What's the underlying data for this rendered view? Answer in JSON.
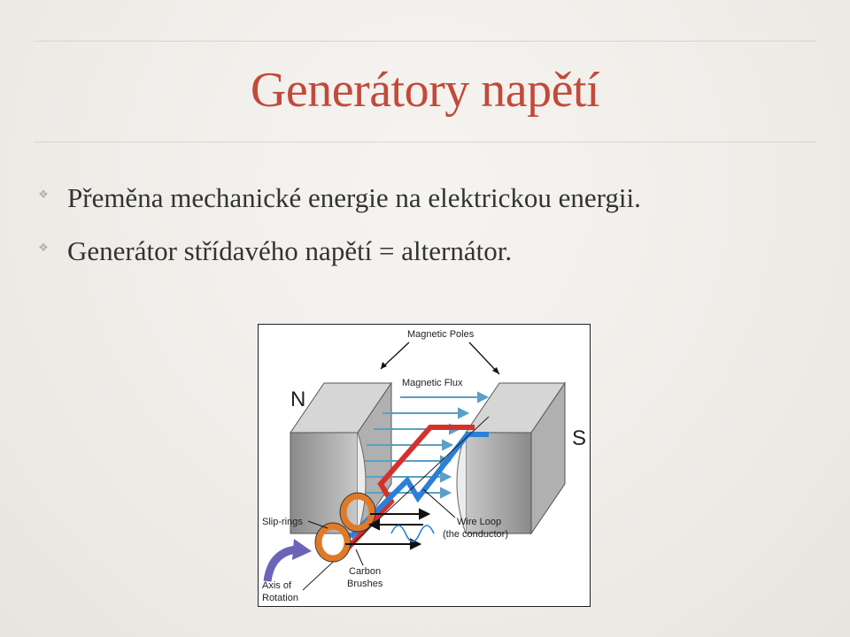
{
  "slide": {
    "title": "Generátory napětí",
    "bullets": [
      {
        "text": "Přeměna mechanické energie na elektrickou energii.",
        "icon": "diamond-ornament-icon"
      },
      {
        "text": "Generátor střídavého napětí = alternátor.",
        "icon": "diamond-ornament-icon"
      }
    ]
  },
  "figure": {
    "labels": {
      "magnetic_poles": "Magnetic Poles",
      "magnetic_flux": "Magnetic Flux",
      "north": "N",
      "south": "S",
      "slip_rings": "Slip-rings",
      "wire_loop": "Wire Loop",
      "conductor": "(the conductor)",
      "carbon": "Carbon",
      "brushes": "Brushes",
      "axis_of": "Axis of",
      "rotation": "Rotation"
    }
  },
  "colors": {
    "title": "#c24a3a",
    "wire_red": "#d6302b",
    "wire_blue": "#2c7fd6",
    "rings": "#e07a26",
    "flux": "#5b9fc7"
  }
}
